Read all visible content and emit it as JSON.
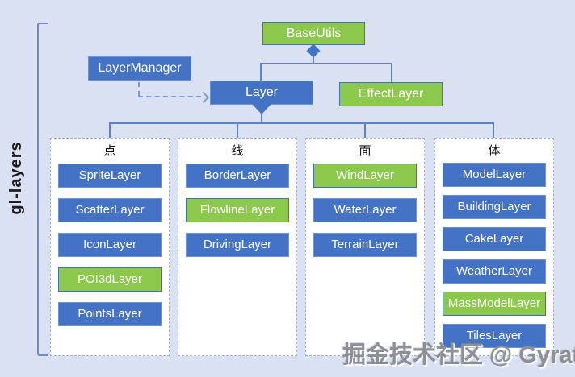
{
  "bracket": {
    "label": "gl-layers"
  },
  "nodes": {
    "base_utils": "BaseUtils",
    "layer_manager": "LayerManager",
    "layer": "Layer",
    "effect_layer": "EffectLayer"
  },
  "columns": [
    {
      "title": "点",
      "items": [
        {
          "label": "SpriteLayer",
          "variant": "blue"
        },
        {
          "label": "ScatterLayer",
          "variant": "blue"
        },
        {
          "label": "IconLayer",
          "variant": "blue"
        },
        {
          "label": "POI3dLayer",
          "variant": "green"
        },
        {
          "label": "PointsLayer",
          "variant": "blue"
        }
      ]
    },
    {
      "title": "线",
      "items": [
        {
          "label": "BorderLayer",
          "variant": "blue"
        },
        {
          "label": "FlowlineLayer",
          "variant": "green"
        },
        {
          "label": "DrivingLayer",
          "variant": "blue"
        }
      ]
    },
    {
      "title": "面",
      "items": [
        {
          "label": "WindLayer",
          "variant": "green"
        },
        {
          "label": "WaterLayer",
          "variant": "blue"
        },
        {
          "label": "TerrainLayer",
          "variant": "blue"
        }
      ]
    },
    {
      "title": "体",
      "items": [
        {
          "label": "ModelLayer",
          "variant": "blue"
        },
        {
          "label": "BuildingLayer",
          "variant": "blue"
        },
        {
          "label": "CakeLayer",
          "variant": "blue"
        },
        {
          "label": "WeatherLayer",
          "variant": "blue"
        },
        {
          "label": "MassModelLayer",
          "variant": "green"
        },
        {
          "label": "TilesLayer",
          "variant": "blue"
        }
      ]
    }
  ],
  "watermark": "掘金技术社区 @ Gyrate",
  "colors": {
    "blue": "#4472C4",
    "green": "#8CC84B",
    "background": "#D9E1F3",
    "line": "#5B82CA"
  }
}
